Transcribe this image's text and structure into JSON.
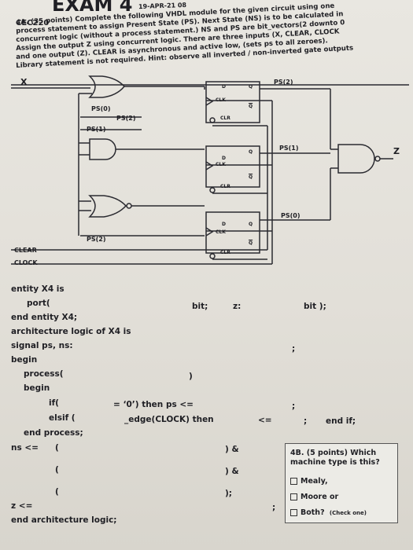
{
  "header": {
    "course": "CEC220",
    "exam": "EXAM 4",
    "exam_date_fragment": "19-APR-21 08"
  },
  "question4a": {
    "line1": "4A. (35 points) Complete the following VHDL module for the given circuit using one",
    "line2": "process statement to assign Present State (PS). Next State (NS) is to be calculated in",
    "line3": "concurrent logic (without a process statement.) NS and PS are bit_vectors(2 downto 0",
    "line4": "Assign the output Z using concurrent logic.  There are three inputs (X, CLEAR, CLOCK",
    "line5": "and one output (Z).  CLEAR is asynchronous and active low, (sets ps to all zeroes).",
    "line6": "Library statement is not required.  Hint: observe all inverted / non-inverted gate outputs"
  },
  "circuit": {
    "inputs": [
      "X",
      "CLEAR",
      "CLOCK"
    ],
    "labels": [
      "PS(0)",
      "PS(2)",
      "PS(1)",
      "PS(2)",
      "PS(2)",
      "PS(1)",
      "PS(0)",
      "Z"
    ],
    "ff_pins": {
      "d": "D",
      "q": "Q",
      "qbar": "Q",
      "clk": "CLK",
      "clr": "CLR"
    }
  },
  "code": {
    "l1": "entity X4 is",
    "l2a": "port(",
    "l2b": "bit;",
    "l2c": "z:",
    "l2d": "bit );",
    "l3": "end entity X4;",
    "l4": "architecture logic of X4 is",
    "l5": "signal ps, ns:",
    "l5b": ";",
    "l6": "begin",
    "l7a": "process(",
    "l7b": ")",
    "l8": "begin",
    "l9a": "if(",
    "l9b": "= ‘0’) then ps <=",
    "l9c": ";",
    "l10a": "elsif (",
    "l10b": "_edge(CLOCK) then",
    "l10c": "<=",
    "l10d": ";",
    "l10e": "end if;",
    "l11": "end process;",
    "l12a": "ns <=",
    "l12b": "(",
    "l12c": ") &",
    "l13b": "(",
    "l13c": ") &",
    "l14b": "(",
    "l14c": ");",
    "l15": "z <=",
    "l15b": ";",
    "l16": "end architecture logic;"
  },
  "question4b": {
    "title": "4B. (5 points) Which machine type is this?",
    "options": [
      "Mealy,",
      "Moore or",
      "Both?"
    ],
    "note": "(Check one)"
  }
}
